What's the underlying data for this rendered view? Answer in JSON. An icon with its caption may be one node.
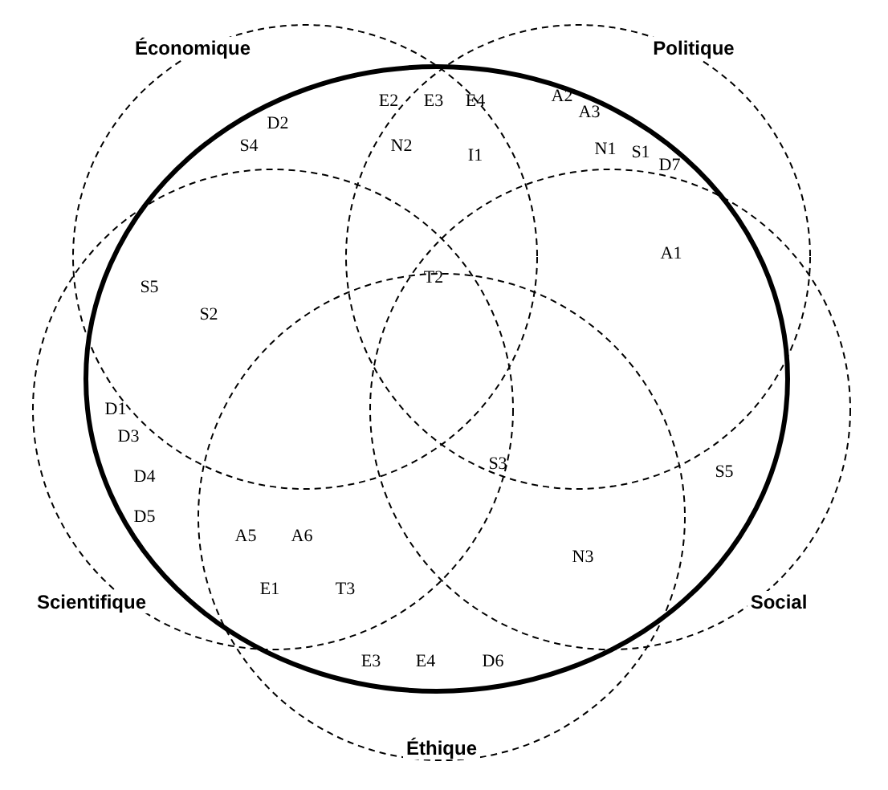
{
  "diagram": {
    "nodes": [
      {
        "text": [
          "Économique"
        ]
      },
      {
        "text": [
          "Politique"
        ]
      },
      {
        "text": [
          "Scientifique"
        ]
      },
      {
        "text": [
          "Social"
        ]
      },
      {
        "text": [
          "Éthique"
        ]
      },
      {
        "text": [],
        "shape": "ellipse"
      }
    ],
    "edges": [],
    "labels": [
      "E2",
      "E3",
      "E4",
      "A2",
      "A3",
      "D2",
      "S4",
      "N2",
      "I1",
      "N1",
      "S1",
      "D7",
      "A1",
      "T2",
      "S5",
      "S2",
      "D1",
      "D3",
      "S3",
      "D4",
      "S5",
      "D5",
      "A5",
      "A6",
      "N3",
      "E1",
      "T3",
      "E3",
      "E4",
      "D6"
    ]
  }
}
